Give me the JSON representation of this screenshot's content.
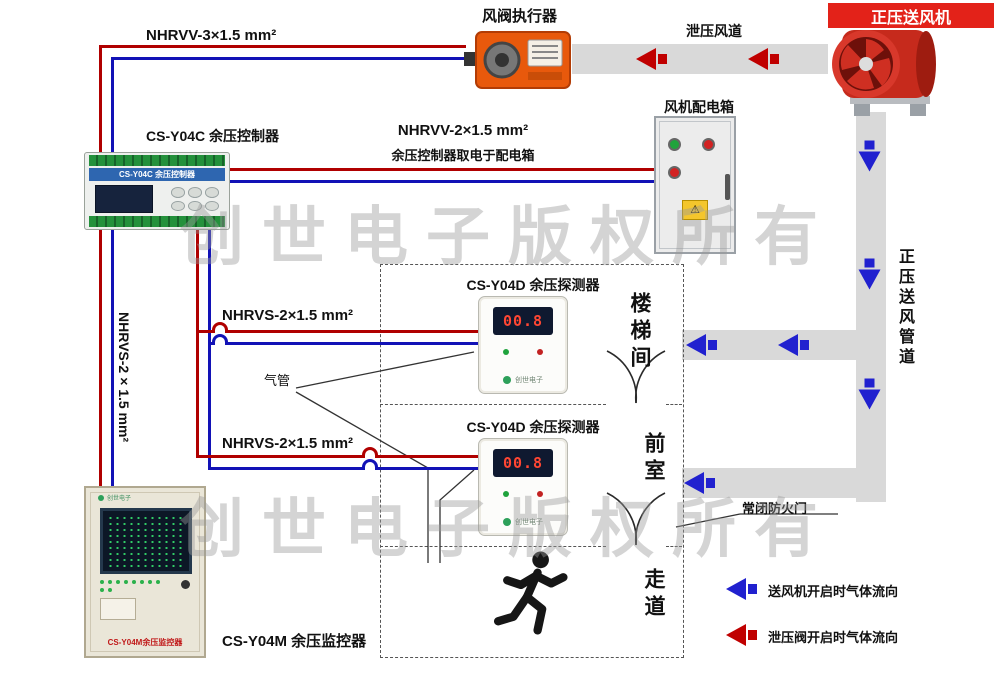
{
  "labels": {
    "cable_actuator": "NHRVV-3×1.5 mm²",
    "actuator": "风阀执行器",
    "relief_duct": "泄压风道",
    "supply_fan": "正压送风机",
    "power_box": "风机配电箱",
    "cable_power": "NHRVV-2×1.5 mm²",
    "cable_power_note": "余压控制器取电于配电箱",
    "controller": "CS-Y04C 余压控制器",
    "cable_riser": "NHRVS-2×1.5 mm²",
    "cable_detector1": "NHRVS-2×1.5 mm²",
    "cable_detector2": "NHRVS-2×1.5 mm²",
    "detector1_title": "CS-Y04D 余压探测器",
    "detector2_title": "CS-Y04D 余压探测器",
    "air_tube": "气管",
    "stairwell": "楼梯间",
    "front_room": "前室",
    "corridor": "走道",
    "supply_duct": "正压送风管道",
    "fire_door": "常闭防火门",
    "monitor": "CS-Y04M 余压监控器"
  },
  "devices": {
    "controller_plate": "CS-Y04C 余压控制器",
    "detector_display1": "00.8",
    "detector_display2": "00.8",
    "brand": "创世电子",
    "monitor_plate": "CS-Y04M余压监控器"
  },
  "legend": {
    "supply_flow": "送风机开启时气体流向",
    "relief_flow": "泄压阀开启时气体流向"
  },
  "watermark": "创世电子版权所有",
  "colors": {
    "wire_red": "#b00000",
    "wire_blue": "#1212b6",
    "duct_gray": "#d9d9d9",
    "arrow_blue": "#2121cf",
    "arrow_red": "#c00000",
    "fan_red": "#c8281a",
    "actuator_orange": "#e8590c",
    "fan_title_bg": "#e32219"
  }
}
